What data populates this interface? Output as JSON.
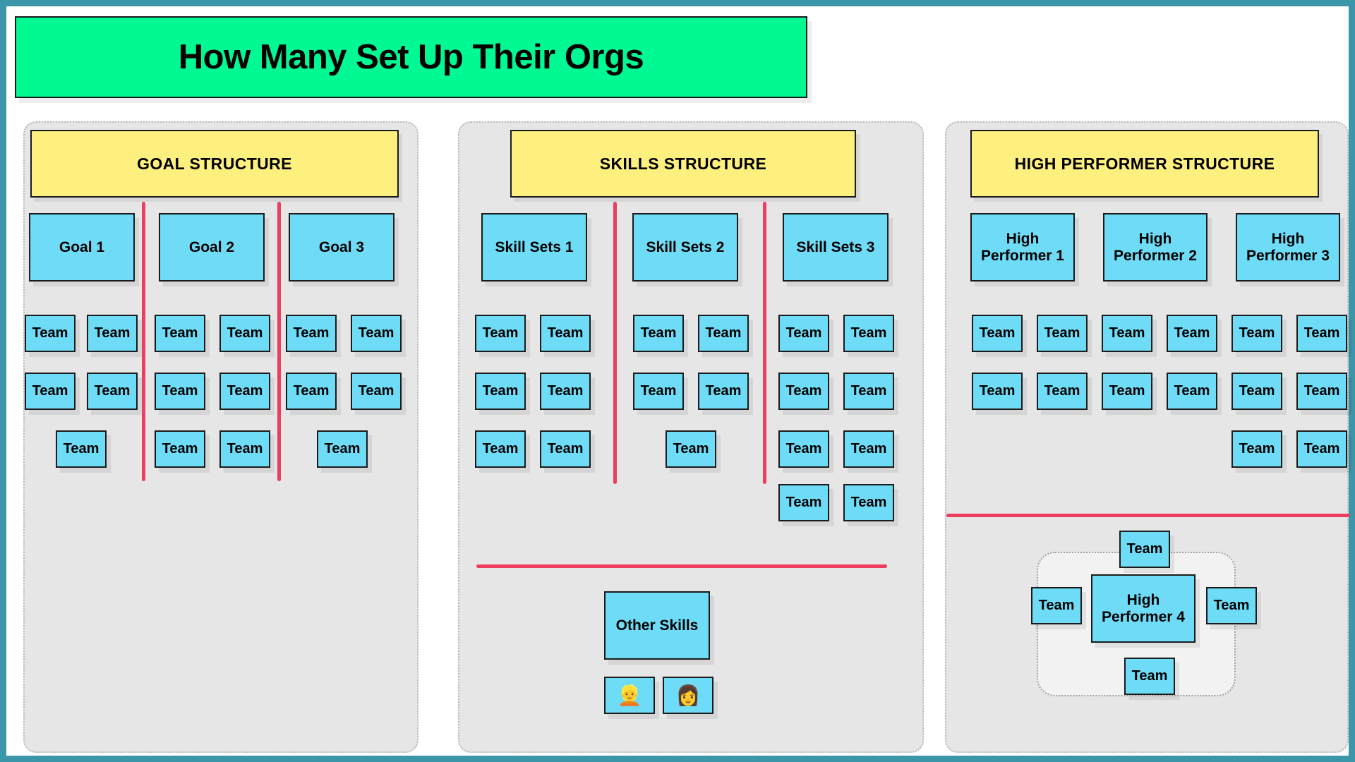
{
  "page": {
    "title": "How Many Set Up Their Orgs",
    "border_color": "#3b96a9",
    "banner_color": "#00f992",
    "header_color": "#fdf07f",
    "card_color": "#6fdcf7",
    "divider_color": "#ef3054",
    "panel_color": "#e6e6e6"
  },
  "columns": [
    {
      "id": "goal",
      "header": "GOAL STRUCTURE",
      "groups": [
        {
          "head": "Goal 1",
          "teams": [
            "Team",
            "Team",
            "Team",
            "Team",
            "Team"
          ]
        },
        {
          "head": "Goal 2",
          "teams": [
            "Team",
            "Team",
            "Team",
            "Team",
            "Team",
            "Team"
          ]
        },
        {
          "head": "Goal 3",
          "teams": [
            "Team",
            "Team",
            "Team",
            "Team",
            "Team"
          ]
        }
      ]
    },
    {
      "id": "skills",
      "header": "SKILLS STRUCTURE",
      "groups": [
        {
          "head": "Skill Sets 1",
          "teams": [
            "Team",
            "Team",
            "Team",
            "Team",
            "Team",
            "Team"
          ]
        },
        {
          "head": "Skill Sets 2",
          "teams": [
            "Team",
            "Team",
            "Team",
            "Team",
            "Team"
          ]
        },
        {
          "head": "Skill Sets 3",
          "teams": [
            "Team",
            "Team",
            "Team",
            "Team",
            "Team",
            "Team",
            "Team",
            "Team"
          ]
        }
      ],
      "other": {
        "label": "Other Skills",
        "people": [
          "👱",
          "👩"
        ]
      }
    },
    {
      "id": "high",
      "header": "HIGH PERFORMER STRUCTURE",
      "groups": [
        {
          "head": "High Performer 1",
          "teams": [
            "Team",
            "Team",
            "Team",
            "Team"
          ]
        },
        {
          "head": "High Performer 2",
          "teams": [
            "Team",
            "Team",
            "Team",
            "Team"
          ]
        },
        {
          "head": "High Performer 3",
          "teams": [
            "Team",
            "Team",
            "Team",
            "Team",
            "Team",
            "Team"
          ]
        }
      ],
      "cluster": {
        "head": "High Performer 4",
        "teams": [
          "Team",
          "Team",
          "Team",
          "Team"
        ]
      }
    }
  ],
  "labels": {
    "team": "Team"
  }
}
